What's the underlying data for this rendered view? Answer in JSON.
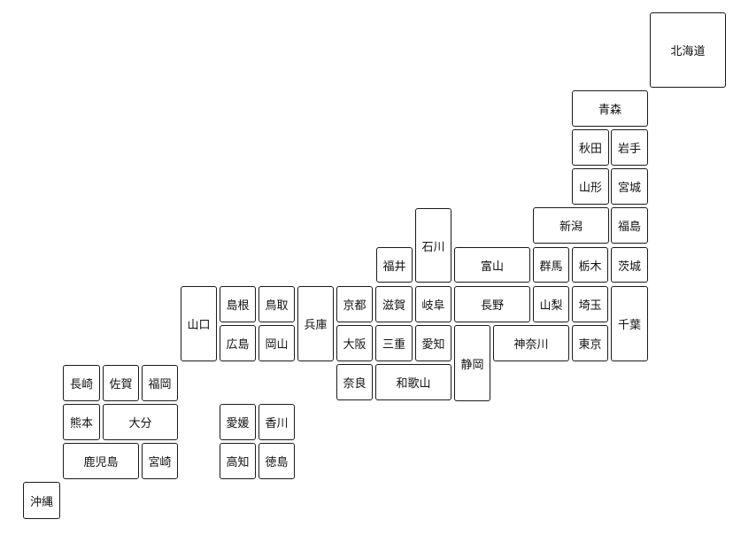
{
  "prefectures": {
    "hokkaido": "北海道",
    "aomori": "青森",
    "akita": "秋田",
    "iwate": "岩手",
    "yamagata": "山形",
    "miyagi": "宮城",
    "niigata": "新潟",
    "fukushima": "福島",
    "ishikawa": "石川",
    "fukui": "福井",
    "toyama": "富山",
    "gunma": "群馬",
    "tochigi": "栃木",
    "ibaraki": "茨城",
    "yamaguchi": "山口",
    "shimane": "島根",
    "tottori": "鳥取",
    "hyogo": "兵庫",
    "kyoto": "京都",
    "shiga": "滋賀",
    "gifu": "岐阜",
    "nagano": "長野",
    "yamanashi": "山梨",
    "saitama": "埼玉",
    "chiba": "千葉",
    "hiroshima": "広島",
    "okayama": "岡山",
    "osaka": "大阪",
    "mie": "三重",
    "aichi": "愛知",
    "shizuoka": "静岡",
    "kanagawa": "神奈川",
    "tokyo": "東京",
    "nara": "奈良",
    "wakayama": "和歌山",
    "nagasaki": "長崎",
    "saga": "佐賀",
    "fukuoka": "福岡",
    "kumamoto": "熊本",
    "oita": "大分",
    "ehime": "愛媛",
    "kagawa": "香川",
    "kagoshima": "鹿児島",
    "miyazaki": "宮崎",
    "kochi": "高知",
    "tokushima": "徳島",
    "okinawa": "沖縄"
  }
}
